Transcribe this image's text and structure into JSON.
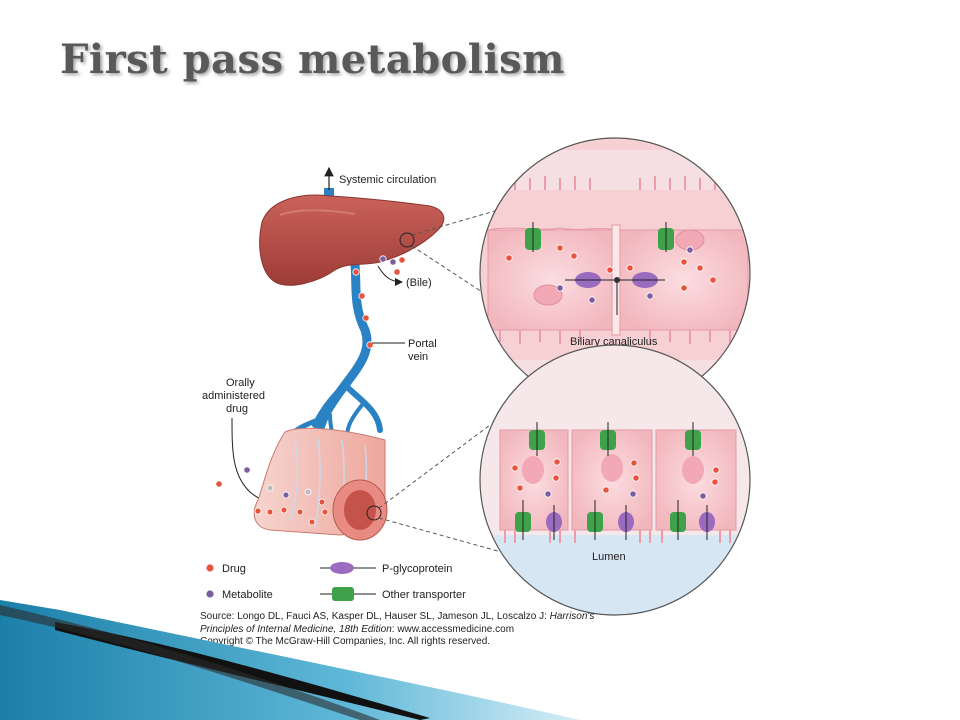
{
  "slide": {
    "title": "First pass metabolism"
  },
  "labels": {
    "systemic": "Systemic circulation",
    "bile": "(Bile)",
    "portal_1": "Portal",
    "portal_2": "vein",
    "oral_1": "Orally",
    "oral_2": "administered",
    "oral_3": "drug",
    "biliary": "Biliary canaliculus",
    "lumen": "Lumen"
  },
  "legend": {
    "drug": "Drug",
    "metabolite": "Metabolite",
    "pgp": "P-glycoprotein",
    "other": "Other transporter"
  },
  "source": {
    "line1_plain": "Source: Longo DL, Fauci AS, Kasper DL, Hauser SL, Jameson JL, Loscalzo J: ",
    "line1_italic": "Harrison's",
    "line2_italic": "Principles of Internal Medicine, 18th Edition",
    "line2_plain": ": www.accessmedicine.com",
    "line3": "Copyright © The McGraw-Hill Companies, Inc. All rights reserved."
  },
  "colors": {
    "drug": "#e8553e",
    "metabolite": "#7a5fa0",
    "pgp": "#9b6bc0",
    "transporter": "#3fa24a",
    "vessel": "#2a82c4",
    "liver": "#b8504a",
    "title": "#595959"
  },
  "icons": [
    "liver-icon",
    "portal-vein-icon",
    "intestine-icon",
    "hepatocyte-zoom-icon",
    "enterocyte-zoom-icon"
  ]
}
